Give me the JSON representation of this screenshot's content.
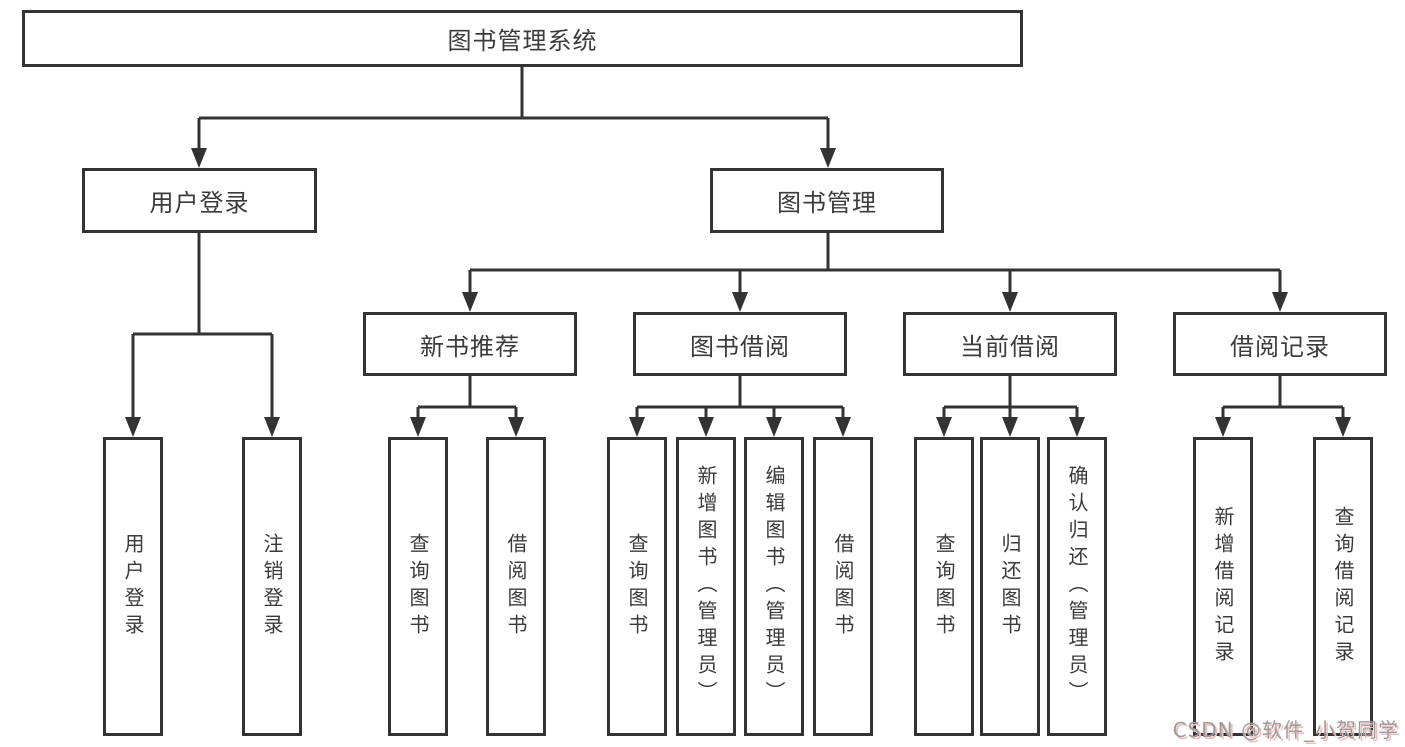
{
  "diagram": {
    "root": {
      "label": "图书管理系统"
    },
    "branches": [
      {
        "label": "用户登录",
        "children": [
          {
            "label": "用户登录"
          },
          {
            "label": "注销登录"
          }
        ]
      },
      {
        "label": "图书管理",
        "sections": [
          {
            "label": "新书推荐",
            "children": [
              {
                "label": "查询图书"
              },
              {
                "label": "借阅图书"
              }
            ]
          },
          {
            "label": "图书借阅",
            "children": [
              {
                "label": "查询图书"
              },
              {
                "label": "新增图书（管理员）"
              },
              {
                "label": "编辑图书（管理员）"
              },
              {
                "label": "借阅图书"
              }
            ]
          },
          {
            "label": "当前借阅",
            "children": [
              {
                "label": "查询图书"
              },
              {
                "label": "归还图书"
              },
              {
                "label": "确认归还（管理员）"
              }
            ]
          },
          {
            "label": "借阅记录",
            "children": [
              {
                "label": "新增借阅记录"
              },
              {
                "label": "查询借阅记录"
              }
            ]
          }
        ]
      }
    ]
  },
  "watermark": {
    "text": "CSDN @软件_小贺同学"
  },
  "colors": {
    "line": "#333333",
    "box_border": "#333333",
    "box_background": "#ffffff",
    "text": "#3b3b3b",
    "watermark_gray": "#9c9c9c",
    "watermark_pink": "#f2bcbc"
  }
}
